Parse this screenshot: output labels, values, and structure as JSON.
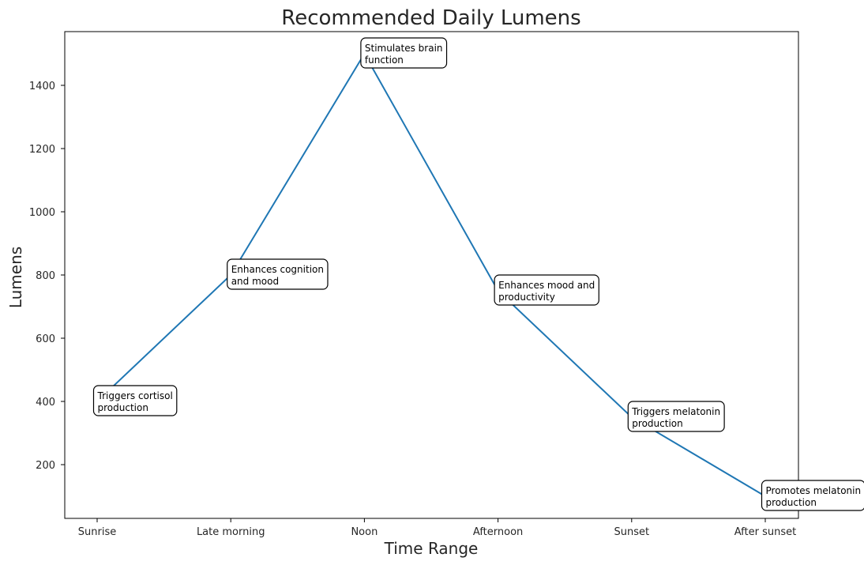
{
  "chart_data": {
    "type": "line",
    "title": "Recommended Daily Lumens",
    "xlabel": "Time Range",
    "ylabel": "Lumens",
    "categories": [
      "Sunrise",
      "Late morning",
      "Noon",
      "Afternoon",
      "Sunset",
      "After sunset"
    ],
    "series": [
      {
        "values": [
          400,
          800,
          1500,
          750,
          350,
          100
        ],
        "color": "#1f77b4"
      }
    ],
    "annotations": [
      [
        "Triggers cortisol",
        "production"
      ],
      [
        "Enhances cognition",
        "and mood"
      ],
      [
        "Stimulates brain",
        "function"
      ],
      [
        "Enhances mood and",
        "productivity"
      ],
      [
        "Triggers melatonin",
        "production"
      ],
      [
        "Promotes melatonin",
        "production"
      ]
    ],
    "yticks": [
      200,
      400,
      600,
      800,
      1000,
      1200,
      1400
    ],
    "ylim": [
      30,
      1570
    ],
    "grid": false,
    "legend": false
  }
}
